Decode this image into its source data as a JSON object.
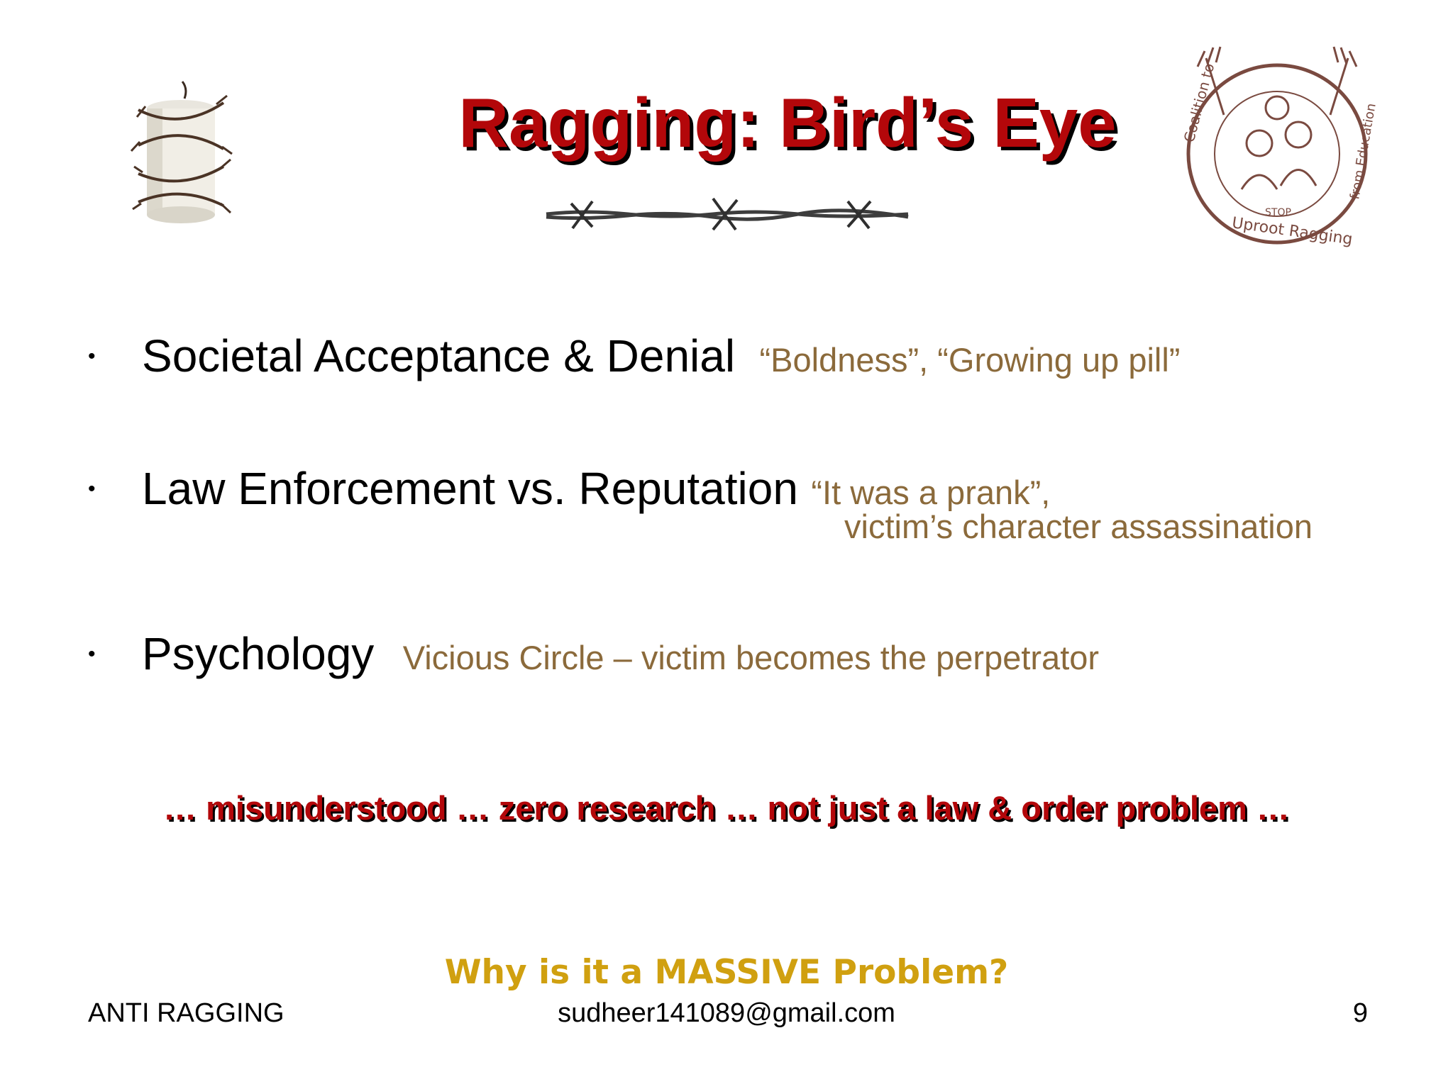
{
  "slide": {
    "title": "Ragging: Bird’s Eye",
    "logo": {
      "icon": "stop-ragging-coalition-logo",
      "ring_text_left": "Coalition to",
      "ring_text_bottom": "Uproot Ragging",
      "ring_text_right": "from Education",
      "badge": "STOP"
    },
    "points": [
      {
        "bullet": "•",
        "main": "Societal Acceptance & Denial",
        "note": "“Boldness”, “Growing up pill”"
      },
      {
        "bullet": "•",
        "main": "Law Enforcement vs. Reputation",
        "note": "“It was a prank”,",
        "note_line2": "victim’s character assassination"
      },
      {
        "bullet": "•",
        "main": "Psychology",
        "note": "Vicious Circle – victim becomes the perpetrator"
      }
    ],
    "callout": "… misunderstood … zero research … not just a law & order problem …",
    "question": "Why is it a MASSIVE Problem?",
    "footer": {
      "left": "ANTI RAGGING",
      "center": "sudheer141089@gmail.com",
      "right": "9"
    },
    "colors": {
      "title_red": "#b3070a",
      "note_brown": "#8b6a3b",
      "question_gold": "#d0a010",
      "logo_brown": "#7a4a40"
    }
  }
}
